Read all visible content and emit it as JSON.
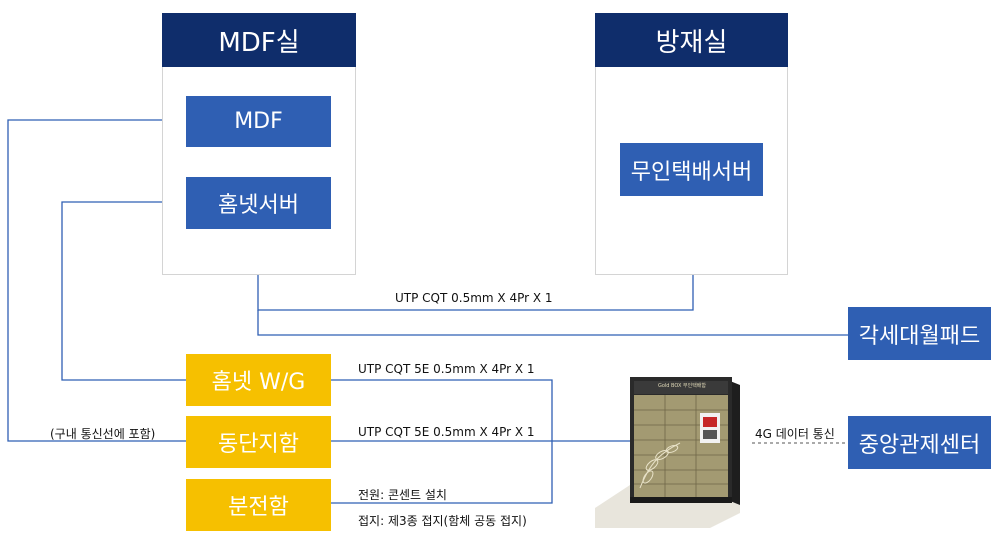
{
  "rooms": {
    "mdf_room": {
      "title": "MDF실"
    },
    "disaster_room": {
      "title": "방재실"
    }
  },
  "boxes": {
    "mdf": "MDF",
    "homenet_server": "홈넷서버",
    "delivery_server": "무인택배서버",
    "wallpad": "각세대월패드",
    "homenet_wg": "홈넷 W/G",
    "terminal_box": "동단지함",
    "distribution_box": "분전함",
    "central_center": "중앙관제센터"
  },
  "labels": {
    "utp_server": "UTP CQT 0.5mm X 4Pr X 1",
    "utp_wg": "UTP CQT 5E 0.5mm X 4Pr X 1",
    "utp_terminal": "UTP CQT 5E 0.5mm X 4Pr X 1",
    "internal_line": "(구내 통신선에 포함)",
    "power": "전원: 콘센트 설치",
    "ground": "접지: 제3종 접지(함체 공동 접지)",
    "data_4g": "4G 데이터 통신"
  },
  "locker": {
    "header_text": "Gold BOX 무인택배함"
  },
  "colors": {
    "navy": "#0f2d6b",
    "blue": "#2f5fb3",
    "yellow": "#f6c000",
    "line": "#2f5fb3"
  }
}
